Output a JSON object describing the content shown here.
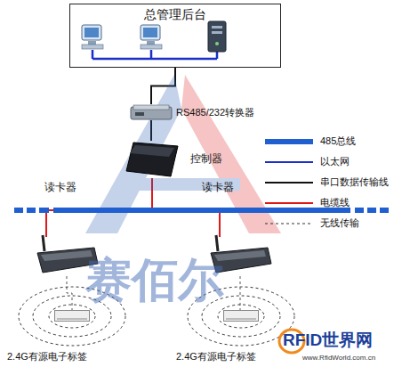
{
  "diagram": {
    "nodes": [
      {
        "text": [
          "总管理后台"
        ]
      },
      {
        "text": [
          "RS485/232转换器"
        ]
      },
      {
        "text": [
          "控制器"
        ]
      },
      {
        "text": [
          "读卡器"
        ]
      },
      {
        "text": [
          "读卡器"
        ]
      },
      {
        "text": [
          "2.4G有源电子标签"
        ]
      },
      {
        "text": [
          "2.4G有源电子标签"
        ]
      }
    ],
    "edges": [
      {
        "from": 0,
        "to": 1,
        "arrow": "none"
      },
      {
        "from": 1,
        "to": 2,
        "arrow": "none"
      },
      {
        "from": 2,
        "to": 3,
        "arrow": "none"
      },
      {
        "from": 2,
        "to": 4,
        "arrow": "none"
      },
      {
        "from": 3,
        "to": 5,
        "arrow": "none"
      },
      {
        "from": 4,
        "to": 6,
        "arrow": "none"
      }
    ],
    "labels": [
      "赛佰尔",
      "RFID世界网",
      "www.RfidWorld.com.cn"
    ],
    "legend": [
      {
        "text": "485总线"
      },
      {
        "text": "以太网"
      },
      {
        "text": "串口数据传输线"
      },
      {
        "text": "电缆线"
      },
      {
        "text": "无线传输"
      }
    ]
  }
}
